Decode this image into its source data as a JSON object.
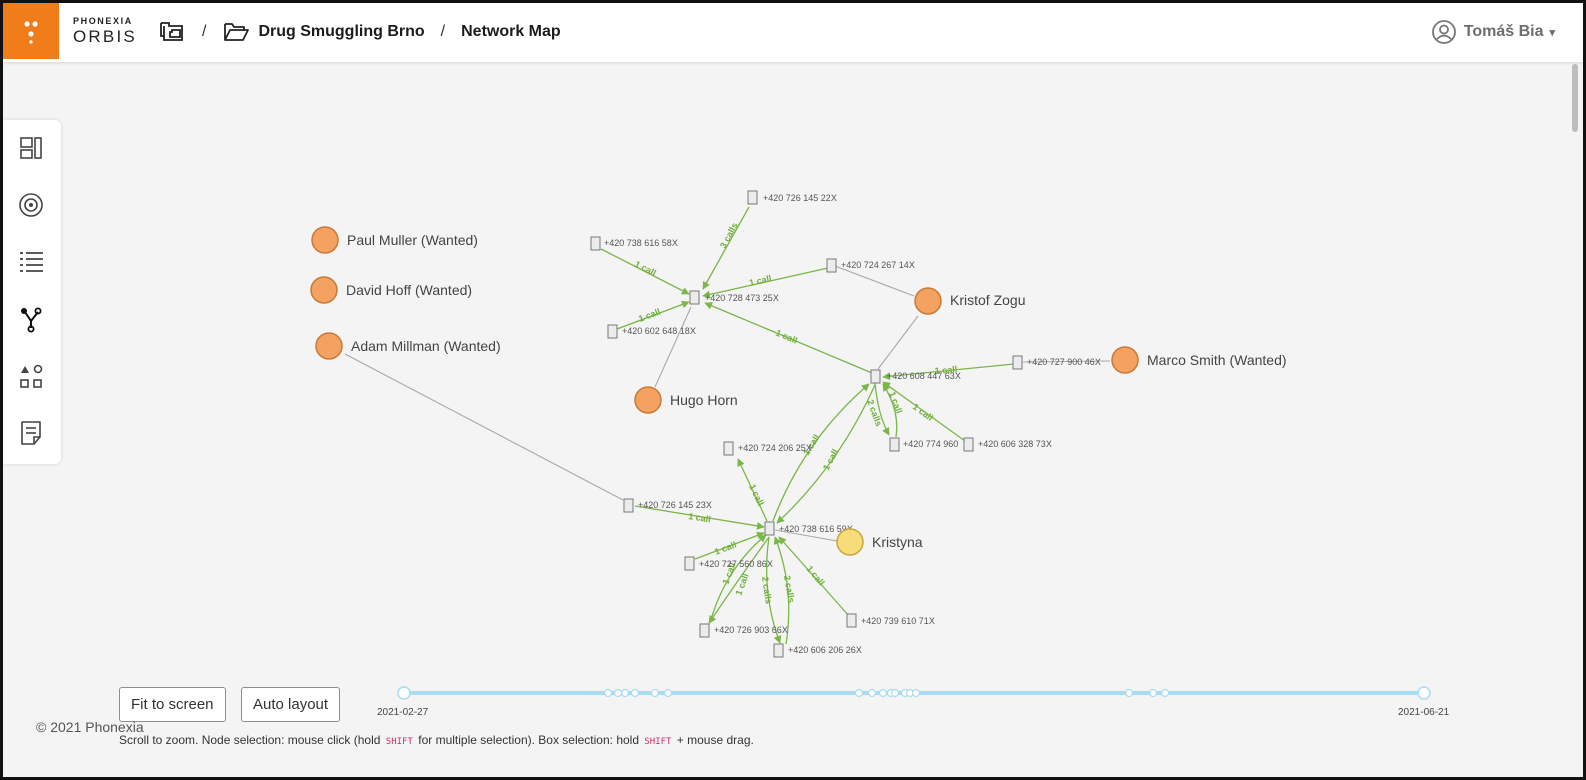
{
  "header": {
    "brand_top": "PHONEXIA",
    "brand_bottom": "ORBIS",
    "crumb_separator": "/",
    "case_name": "Drug Smuggling Brno",
    "page_title": "Network Map",
    "user_name": "Tomáš Bia",
    "caret": "▾"
  },
  "sidebar": {
    "items": [
      {
        "icon": "layout-panels-icon"
      },
      {
        "icon": "target-icon"
      },
      {
        "icon": "list-icon"
      },
      {
        "icon": "network-icon",
        "active": true
      },
      {
        "icon": "shapes-icon"
      },
      {
        "icon": "notes-icon"
      }
    ]
  },
  "graph": {
    "persons": [
      {
        "id": "paul",
        "label": "Paul Muller (Wanted)",
        "color": "#f3a261"
      },
      {
        "id": "david",
        "label": "David Hoff (Wanted)",
        "color": "#f3a261"
      },
      {
        "id": "adam",
        "label": "Adam Millman (Wanted)",
        "color": "#f3a261"
      },
      {
        "id": "hugo",
        "label": "Hugo Horn",
        "color": "#f3a261"
      },
      {
        "id": "kristof",
        "label": "Kristof Zogu",
        "color": "#f3a261"
      },
      {
        "id": "marco",
        "label": "Marco Smith (Wanted)",
        "color": "#f3a261"
      },
      {
        "id": "kristyna",
        "label": "Kristyna",
        "color": "#f6dd7a"
      }
    ],
    "phones": [
      {
        "id": "p1",
        "label": "+420 726 145 22X"
      },
      {
        "id": "p2",
        "label": "+420 738 616 58X"
      },
      {
        "id": "p3",
        "label": "+420 724 267 14X"
      },
      {
        "id": "p4",
        "label": "+420 728 473 25X"
      },
      {
        "id": "p5",
        "label": "+420 602 648 18X"
      },
      {
        "id": "p6",
        "label": "+420 727 900 46X"
      },
      {
        "id": "p7",
        "label": "+420 608 447 63X"
      },
      {
        "id": "p8",
        "label": "+420 774 960"
      },
      {
        "id": "p9",
        "label": "+420 606 328 73X"
      },
      {
        "id": "p10",
        "label": "+420 724 206 25X"
      },
      {
        "id": "p11",
        "label": "+420 726 145 23X"
      },
      {
        "id": "p12",
        "label": "+420 738 616 59X"
      },
      {
        "id": "p13",
        "label": "+420 727 560 86X"
      },
      {
        "id": "p14",
        "label": "+420 739 610 71X"
      },
      {
        "id": "p15",
        "label": "+420 726 903 66X"
      },
      {
        "id": "p16",
        "label": "+420 606 206 26X"
      }
    ],
    "edge_labels": {
      "one_call": "1 call",
      "two_calls": "2 calls",
      "three_calls": "3 calls"
    },
    "call_color": "#7ab648",
    "link_color": "#a8a8a8"
  },
  "controls": {
    "fit_label": "Fit to screen",
    "auto_label": "Auto layout"
  },
  "timeline": {
    "start_date": "2021-02-27",
    "end_date": "2021-06-21",
    "color": "#a9dcf2"
  },
  "footer": {
    "copyright": "© 2021 Phonexia",
    "hint_1": "Scroll to zoom. Node selection: mouse click (hold",
    "hint_key": "SHIFT",
    "hint_2": "for multiple selection). Box selection: hold",
    "hint_3": "+ mouse drag."
  }
}
